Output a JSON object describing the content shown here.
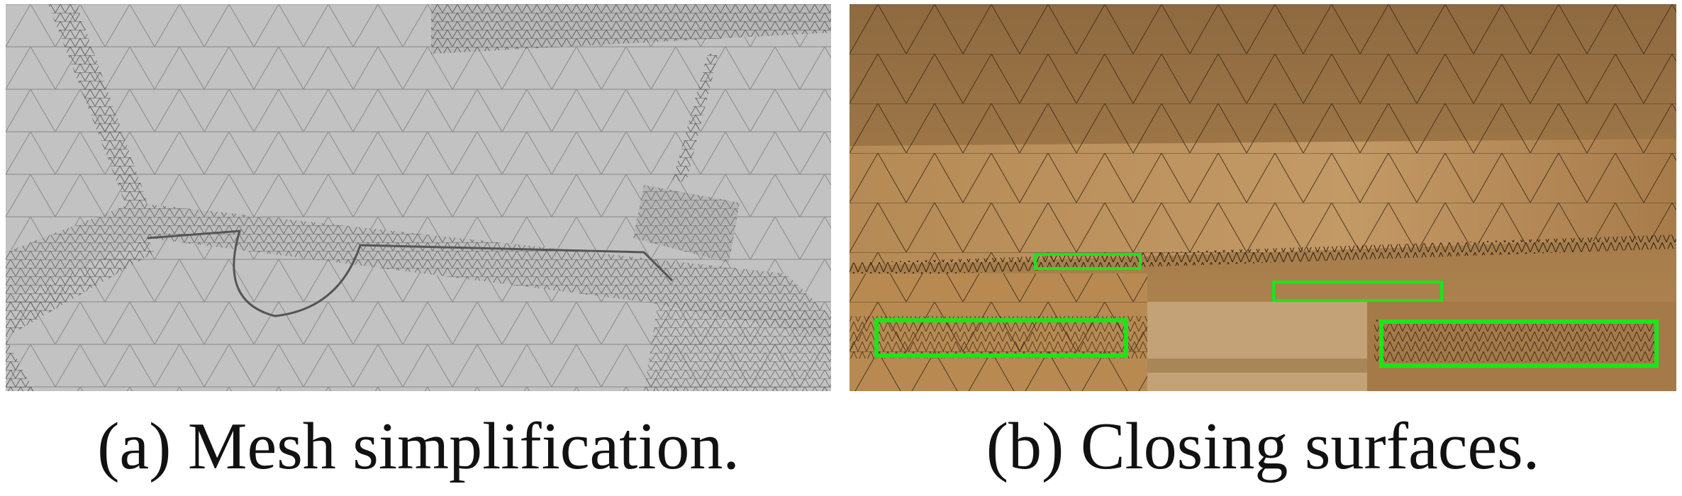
{
  "figure": {
    "panels": [
      {
        "id": "a",
        "caption": "(a) Mesh simplification.",
        "image_subject": "grey wireframe triangle mesh of a simplified indoor scene"
      },
      {
        "id": "b",
        "caption": "(b) Closing surfaces.",
        "image_subject": "textured wireframe mesh with green highlight boxes marking closed gaps"
      }
    ],
    "colors": {
      "mesh_background": "#c2c2c2",
      "mesh_edge": "#6e6e6e",
      "texture_base": "#b58a55",
      "highlight": "#19e619"
    }
  }
}
